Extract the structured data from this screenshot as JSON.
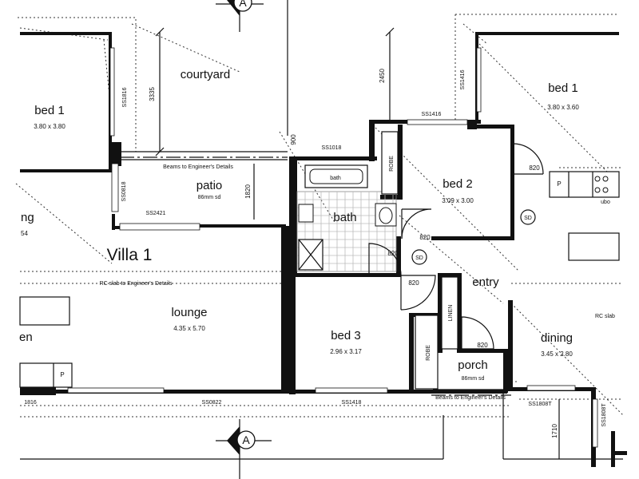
{
  "villa_label": "Villa 1",
  "section_marker": "A",
  "rooms": {
    "courtyard": "courtyard",
    "bed1_left": {
      "name": "bed 1",
      "size": "3.80 x 3.80"
    },
    "bed1_right": {
      "name": "bed 1",
      "size": "3.80 x 3.60"
    },
    "patio": {
      "name": "patio",
      "note": "86mm sd"
    },
    "bath": "bath",
    "bath_fixture": "bath",
    "bed2": {
      "name": "bed 2",
      "size": "3.09 x 3.00"
    },
    "lounge": {
      "name": "lounge",
      "size": "4.35 x 5.70"
    },
    "bed3": {
      "name": "bed 3",
      "size": "2.96 x 3.17"
    },
    "entry": "entry",
    "porch": {
      "name": "porch",
      "note": "86mm sd"
    },
    "dining": {
      "name": "dining",
      "size": "3.45 x 2.80"
    },
    "partial_ng": "ng",
    "partial_54": "54",
    "partial_en": "en"
  },
  "labels": {
    "robe": "ROBE",
    "linen": "LINEN",
    "p": "P",
    "ubo": "ubo",
    "rc_slab": "RC slab to Engineer's Details",
    "rc_partial": "RC slab",
    "beams_patio": "Beams to Engineer's Details",
    "beams_porch": "Beams to Engineer's Details",
    "smoke": "SD"
  },
  "dimensions": {
    "d3335": "3335",
    "d2450": "2450",
    "d1820": "1820",
    "d900": "900",
    "d1710": "1710",
    "door820": "820"
  },
  "windows": {
    "ss1816": "SS1816",
    "ss1416_top": "SS1416",
    "ss1416_mid": "SS1416",
    "ss1018": "SS1018",
    "ss2421": "SS2421",
    "ss0818": "SS0818",
    "ss0822": "SS0822",
    "ss1418_bot": "SS1418",
    "ss1808": "SS1808T",
    "ss1808b": "SS1808T",
    "w1816": "1816"
  }
}
